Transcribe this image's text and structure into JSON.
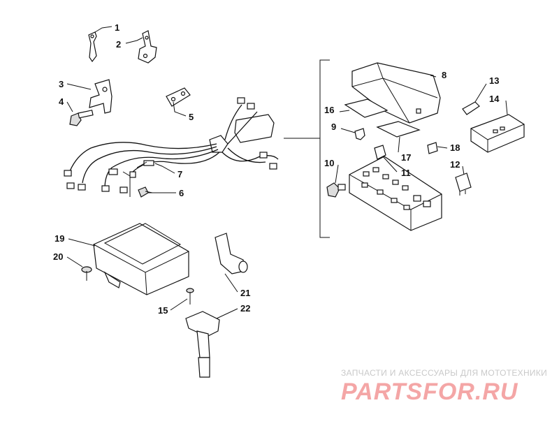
{
  "callouts": [
    "1",
    "2",
    "3",
    "4",
    "5",
    "6",
    "7",
    "8",
    "9",
    "10",
    "11",
    "12",
    "13",
    "14",
    "15",
    "16",
    "17",
    "18",
    "19",
    "20",
    "21",
    "22"
  ],
  "watermark": {
    "subtitle": "ЗАПЧАСТИ И АКСЕССУАРЫ ДЛЯ МОТОТЕХНИКИ",
    "logo_main": "PARTSFOR",
    "logo_suffix": ".RU",
    "logo_color": "#f4a6a6"
  },
  "colors": {
    "line": "#111111",
    "background": "#ffffff"
  }
}
